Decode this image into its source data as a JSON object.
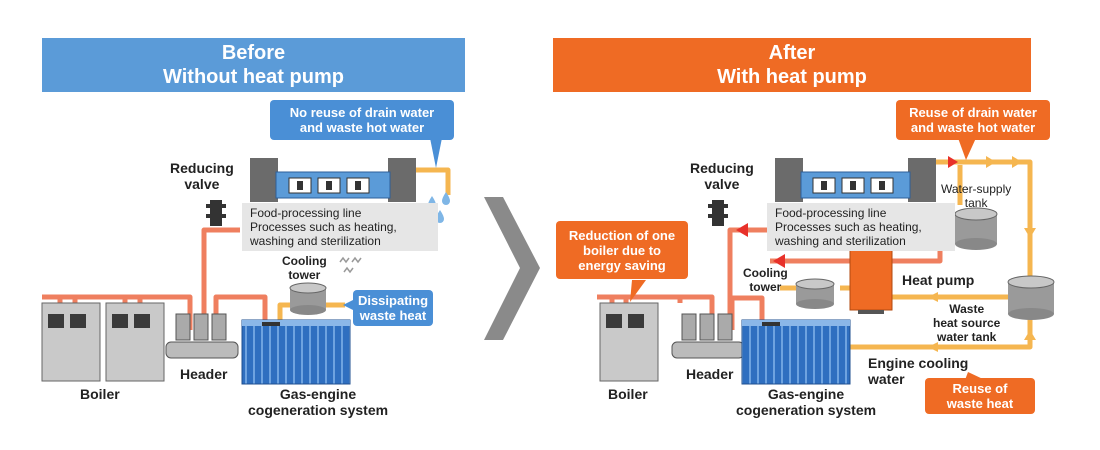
{
  "before": {
    "header": [
      "Before",
      "Without heat pump"
    ],
    "callout_drain": [
      "No reuse of drain water",
      "and waste hot water"
    ],
    "reducing_valve": [
      "Reducing",
      "valve"
    ],
    "food_line": [
      "Food-processing line",
      "Processes such as heating,",
      "washing and sterilization"
    ],
    "cooling_tower": [
      "Cooling",
      "tower"
    ],
    "callout_heat": [
      "Dissipating",
      "waste heat"
    ],
    "boiler": "Boiler",
    "header_unit": "Header",
    "gas_engine": [
      "Gas-engine",
      "cogeneration system"
    ]
  },
  "after": {
    "header": [
      "After",
      "With heat pump"
    ],
    "callout_drain": [
      "Reuse of drain water",
      "and waste hot water"
    ],
    "reducing_valve": [
      "Reducing",
      "valve"
    ],
    "water_supply_tank": [
      "Water-supply",
      "tank"
    ],
    "food_line": [
      "Food-processing line",
      "Processes such as heating,",
      "washing and sterilization"
    ],
    "callout_reduction": [
      "Reduction of one",
      "boiler due to",
      "energy saving"
    ],
    "cooling_tower": [
      "Cooling",
      "tower"
    ],
    "heat_pump": "Heat pump",
    "waste_tank": [
      "Waste",
      "heat source",
      "water tank"
    ],
    "engine_cooling": [
      "Engine cooling",
      "water"
    ],
    "callout_reuse_heat": [
      "Reuse of",
      "waste heat"
    ],
    "boiler": "Boiler",
    "header_unit": "Header",
    "gas_engine": [
      "Gas-engine",
      "cogeneration system"
    ]
  },
  "colors": {
    "blue_header": "#5b9bd8",
    "orange_header": "#ef6b24",
    "pipe_red": "#ef7f5f",
    "pipe_yellow": "#f5b650",
    "engine_blue": "#2f6fc0"
  }
}
